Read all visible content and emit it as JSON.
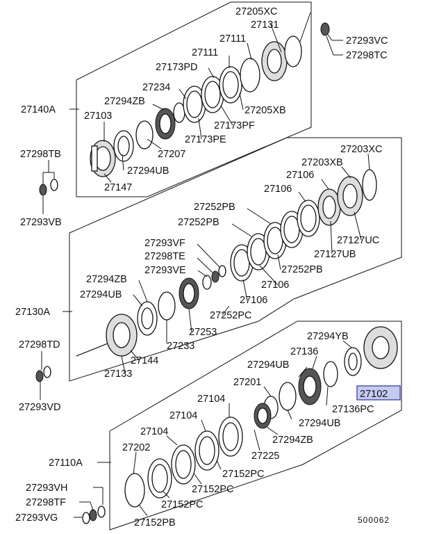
{
  "diagram": {
    "catalog_code": "500062",
    "highlighted_part": "27102",
    "assembly_labels": [
      "27140A",
      "27130A",
      "27110A"
    ],
    "labels": [
      {
        "id": "27205XC",
        "text": "27205XC"
      },
      {
        "id": "27131",
        "text": "27131"
      },
      {
        "id": "27293VC",
        "text": "27293VC"
      },
      {
        "id": "27298TC",
        "text": "27298TC"
      },
      {
        "id": "27111a",
        "text": "27111"
      },
      {
        "id": "27111b",
        "text": "27111"
      },
      {
        "id": "27173PD",
        "text": "27173PD"
      },
      {
        "id": "27234",
        "text": "27234"
      },
      {
        "id": "27294ZBa",
        "text": "27294ZB"
      },
      {
        "id": "27140A",
        "text": "27140A"
      },
      {
        "id": "27103",
        "text": "27103"
      },
      {
        "id": "27205XB",
        "text": "27205XB"
      },
      {
        "id": "27173PF",
        "text": "27173PF"
      },
      {
        "id": "27173PE",
        "text": "27173PE"
      },
      {
        "id": "27207",
        "text": "27207"
      },
      {
        "id": "27294UBa",
        "text": "27294UB"
      },
      {
        "id": "27147",
        "text": "27147"
      },
      {
        "id": "27298TB",
        "text": "27298TB"
      },
      {
        "id": "27293VB",
        "text": "27293VB"
      },
      {
        "id": "27203XC",
        "text": "27203XC"
      },
      {
        "id": "27203XB",
        "text": "27203XB"
      },
      {
        "id": "27106a",
        "text": "27106"
      },
      {
        "id": "27106b",
        "text": "27106"
      },
      {
        "id": "27252PBa",
        "text": "27252PB"
      },
      {
        "id": "27252PBb",
        "text": "27252PB"
      },
      {
        "id": "27127UC",
        "text": "27127UC"
      },
      {
        "id": "27127UB",
        "text": "27127UB"
      },
      {
        "id": "27293VF",
        "text": "27293VF"
      },
      {
        "id": "27298TE",
        "text": "27298TE"
      },
      {
        "id": "27293VE",
        "text": "27293VE"
      },
      {
        "id": "27252PBc",
        "text": "27252PB"
      },
      {
        "id": "27294ZBb",
        "text": "27294ZB"
      },
      {
        "id": "27294UBb",
        "text": "27294UB"
      },
      {
        "id": "27106c",
        "text": "27106"
      },
      {
        "id": "27106d",
        "text": "27106"
      },
      {
        "id": "27252PC",
        "text": "27252PC"
      },
      {
        "id": "27130A",
        "text": "27130A"
      },
      {
        "id": "27253",
        "text": "27253"
      },
      {
        "id": "27233",
        "text": "27233"
      },
      {
        "id": "27298TD",
        "text": "27298TD"
      },
      {
        "id": "27144",
        "text": "27144"
      },
      {
        "id": "27133",
        "text": "27133"
      },
      {
        "id": "27293VD",
        "text": "27293VD"
      },
      {
        "id": "27294YB",
        "text": "27294YB"
      },
      {
        "id": "27136",
        "text": "27136"
      },
      {
        "id": "27294UBc",
        "text": "27294UB"
      },
      {
        "id": "27102",
        "text": "27102"
      },
      {
        "id": "27201",
        "text": "27201"
      },
      {
        "id": "27136PC",
        "text": "27136PC"
      },
      {
        "id": "27294UBd",
        "text": "27294UB"
      },
      {
        "id": "27104a",
        "text": "27104"
      },
      {
        "id": "27104b",
        "text": "27104"
      },
      {
        "id": "27104c",
        "text": "27104"
      },
      {
        "id": "27294ZBc",
        "text": "27294ZB"
      },
      {
        "id": "27225",
        "text": "27225"
      },
      {
        "id": "27202",
        "text": "27202"
      },
      {
        "id": "27110A",
        "text": "27110A"
      },
      {
        "id": "27152PCa",
        "text": "27152PC"
      },
      {
        "id": "27152PCb",
        "text": "27152PC"
      },
      {
        "id": "27152PCc",
        "text": "27152PC"
      },
      {
        "id": "27293VH",
        "text": "27293VH"
      },
      {
        "id": "27298TF",
        "text": "27298TF"
      },
      {
        "id": "27293VG",
        "text": "27293VG"
      },
      {
        "id": "27152PB",
        "text": "27152PB"
      }
    ]
  }
}
